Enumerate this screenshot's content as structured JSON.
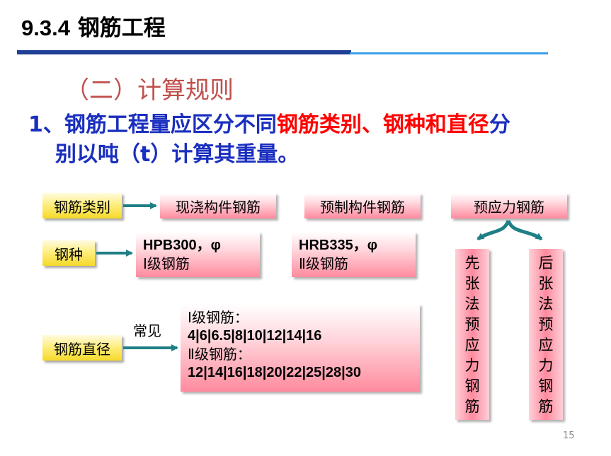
{
  "header": {
    "number": "9.3.4",
    "title": "钢筋工程"
  },
  "subtitle": "（二）计算规则",
  "point": {
    "prefix": "1、钢筋工程量应区分不同",
    "highlight": "钢筋类别、钢种和直径",
    "suffix_first_line": "分",
    "second_line": "别以吨（t）计算其重量。"
  },
  "labels": {
    "category": "钢筋类别",
    "steel_type": "钢种",
    "diameter": "钢筋直径",
    "common": "常见"
  },
  "categories": [
    "现浇构件钢筋",
    "预制构件钢筋",
    "预应力钢筋"
  ],
  "steel_types": [
    {
      "code": "HPB300，φ",
      "grade": "Ⅰ级钢筋"
    },
    {
      "code": "HRB335，φ",
      "grade": "Ⅱ级钢筋"
    }
  ],
  "diameters": {
    "grade1_label": "Ⅰ级钢筋：",
    "grade1_values": "4|6|6.5|8|10|12|14|16",
    "grade2_label": "Ⅱ级钢筋：",
    "grade2_values": "12|14|16|18|20|22|25|28|30"
  },
  "prestress_methods": [
    "先张法预应力钢筋",
    "后张法预应力钢筋"
  ],
  "page_number": "15",
  "colors": {
    "title_blue": "#1a2fbf",
    "highlight_red": "#ff0000",
    "subtitle_red": "#c0504d",
    "arrow_teal": "#1f7f86"
  }
}
